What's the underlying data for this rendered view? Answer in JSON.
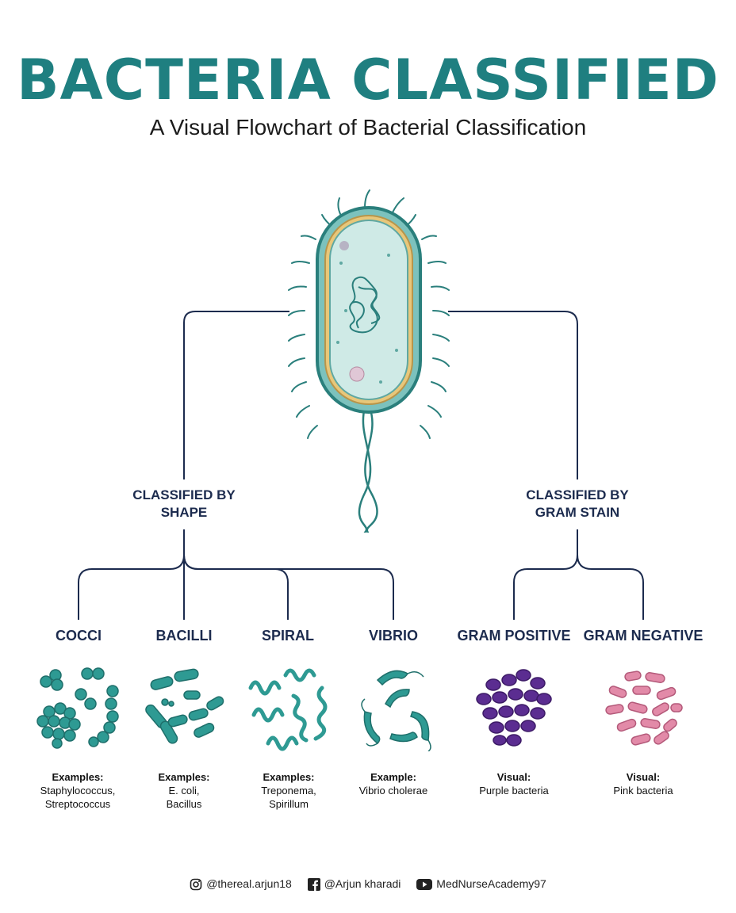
{
  "header": {
    "title": "BACTERIA CLASSIFIED",
    "subtitle": "A Visual Flowchart of Bacterial Classification"
  },
  "colors": {
    "title": "#1f7f80",
    "navy": "#1c2b4e",
    "teal": "#2e9a93",
    "purple": "#5b2d91",
    "pink": "#e28aa8"
  },
  "branches": {
    "shape": {
      "line1": "CLASSIFIED BY",
      "line2": "SHAPE"
    },
    "gram": {
      "line1": "CLASSIFIED BY",
      "line2": "GRAM STAIN"
    }
  },
  "categories": [
    {
      "label": "COCCI",
      "heading": "Examples:",
      "value1": "Staphylococcus,",
      "value2": "Streptococcus",
      "icon": "cocci-icon"
    },
    {
      "label": "BACILLI",
      "heading": "Examples:",
      "value1": "E. coli,",
      "value2": "Bacillus",
      "icon": "bacilli-icon"
    },
    {
      "label": "SPIRAL",
      "heading": "Examples:",
      "value1": "Treponema,",
      "value2": "Spirillum",
      "icon": "spiral-icon"
    },
    {
      "label": "VIBRIO",
      "heading": "Example:",
      "value1": "Vibrio cholerae",
      "value2": "",
      "icon": "vibrio-icon"
    },
    {
      "label": "GRAM POSITIVE",
      "heading": "Visual:",
      "value1": "Purple bacteria",
      "value2": "",
      "icon": "gram-positive-icon"
    },
    {
      "label": "GRAM NEGATIVE",
      "heading": "Visual:",
      "value1": "Pink bacteria",
      "value2": "",
      "icon": "gram-negative-icon"
    }
  ],
  "footer": {
    "instagram": "@thereal.arjun18",
    "facebook": "@Arjun kharadi",
    "youtube": "MedNurseAcademy97"
  }
}
